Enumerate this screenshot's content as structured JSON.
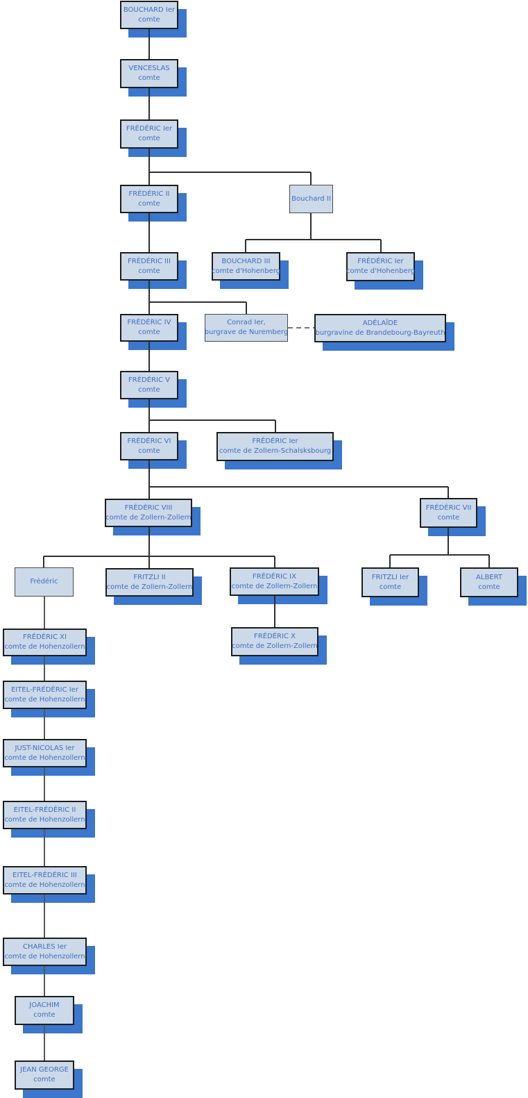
{
  "colors": {
    "box_fill": "#ccd9e8",
    "box_border": "#1d1d1d",
    "text": "#3f6fc7",
    "shadow": "#3a77cd",
    "line": "#2e2e2e"
  },
  "nodes": [
    {
      "name": "BOUCHARD Ier",
      "title": "comte"
    },
    {
      "name": "VENCESLAS",
      "title": "comte"
    },
    {
      "name": "FRÉDÉRIC Ier",
      "title": "comte"
    },
    {
      "name": "FRÉDÉRIC II",
      "title": "comte"
    },
    {
      "name": "Bouchard II"
    },
    {
      "name": "FRÉDÉRIC III",
      "title": "comte"
    },
    {
      "name": "BOUCHARD III",
      "title": "comte d'Hohenberg"
    },
    {
      "name": "FRÉDÉRIC Ier",
      "title": "comte d'Hohenberg"
    },
    {
      "name": "FRÉDÉRIC IV",
      "title": "comte"
    },
    {
      "name": "Conrad Ier,",
      "title": "burgrave de Nuremberg"
    },
    {
      "name": "ADÉLAÏDE",
      "title": "burgravine de Brandebourg-Bayreuth"
    },
    {
      "name": "FRÉDÉRIC V",
      "title": "comte"
    },
    {
      "name": "FRÉDÉRIC VI",
      "title": "comte"
    },
    {
      "name": "FRÉDÉRIC Ier",
      "title": "comte de Zollern-Schalsksbourg"
    },
    {
      "name": "FRÉDÉRIC VIII",
      "title": "comte de Zollern-Zollern"
    },
    {
      "name": "FRÉDÉRIC VII",
      "title": "comte"
    },
    {
      "name": "Frédéric"
    },
    {
      "name": "FRITZLI II",
      "title": "comte de Zollern-Zollern"
    },
    {
      "name": "FRÉDÉRIC IX",
      "title": "comte de Zollern-Zollern"
    },
    {
      "name": "FRITZLI Ier",
      "title": "comte"
    },
    {
      "name": "ALBERT",
      "title": "comte"
    },
    {
      "name": "FRÉDÉRIC X",
      "title": "comte de Zollern-Zollern"
    },
    {
      "name": "FRÉDÉRIC XI",
      "title": "comte de Hohenzollern"
    },
    {
      "name": "EITEL-FRÉDÉRIC Ier",
      "title": "comte de Hohenzollern"
    },
    {
      "name": "JUST-NICOLAS Ier",
      "title": "comte de Hohenzollern"
    },
    {
      "name": "EITEL-FRÉDÉRIC II",
      "title": "comte de Hohenzollern"
    },
    {
      "name": "EITEL-FRÉDÉRIC III",
      "title": "comte de Hohenzollern"
    },
    {
      "name": "CHARLES Ier",
      "title": "comte de Hohenzollern"
    },
    {
      "name": "JOACHIM",
      "title": "comte"
    },
    {
      "name": "JEAN GEORGE",
      "title": "comte"
    }
  ]
}
